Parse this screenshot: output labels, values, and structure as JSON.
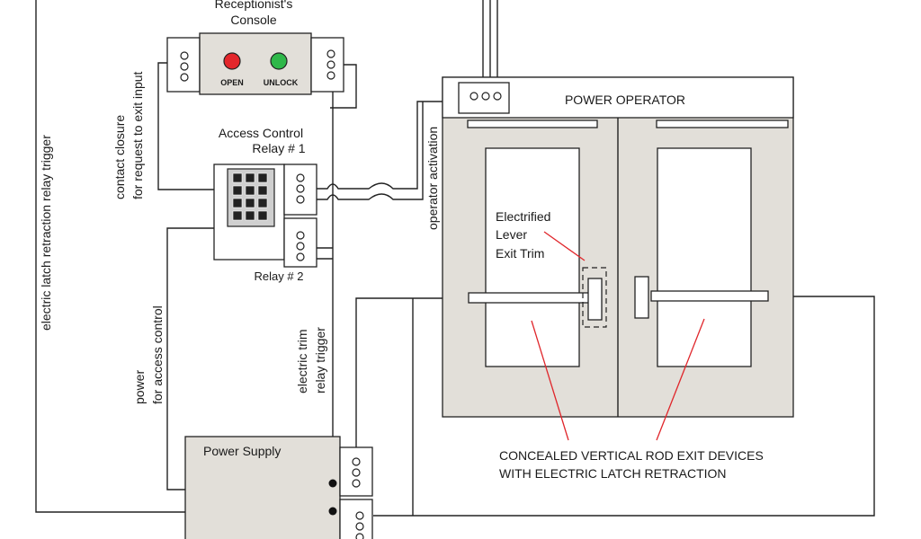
{
  "console": {
    "title_line1": "Receptionist's",
    "title_line2": "Console",
    "open_label": "OPEN",
    "unlock_label": "UNLOCK",
    "open_color": "#e3262b",
    "unlock_color": "#2fb84a"
  },
  "access_control": {
    "title_line1": "Access Control",
    "title_line2": "Relay # 1",
    "relay2_label": "Relay # 2"
  },
  "power_operator": {
    "label": "POWER OPERATOR"
  },
  "trim": {
    "line1": "Electrified",
    "line2": "Lever",
    "line3": "Exit Trim"
  },
  "exit_devices": {
    "line1": "CONCEALED VERTICAL ROD EXIT DEVICES",
    "line2": "WITH ELECTRIC LATCH RETRACTION"
  },
  "power_supply": {
    "label": "Power Supply"
  },
  "wire_labels": {
    "latch_retraction": "electric latch retraction relay trigger",
    "contact_closure_1": "contact closure",
    "contact_closure_2": "for request to exit input",
    "operator_activation": "operator activation",
    "power_1": "power",
    "power_2": "for access control",
    "trim_trigger_1": "electric trim",
    "trim_trigger_2": "relay trigger"
  },
  "colors": {
    "panel_fill": "#e2dfd9",
    "callout": "#e0262b"
  }
}
